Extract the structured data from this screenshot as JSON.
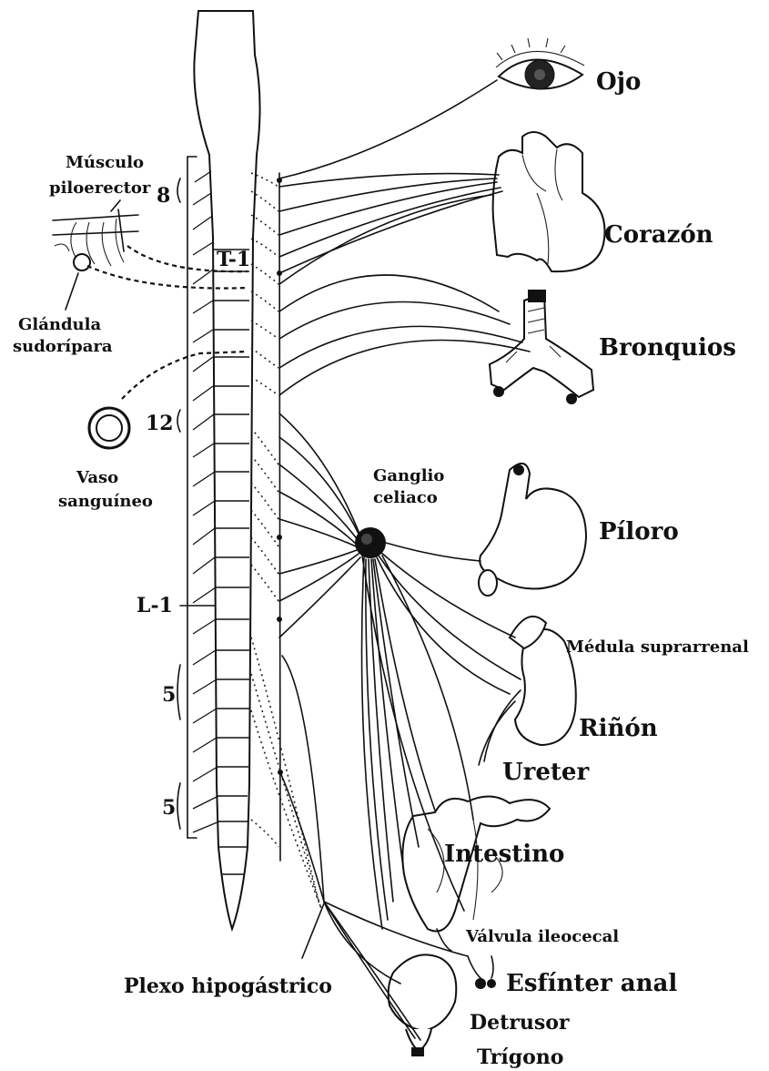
{
  "labels": {
    "ojo": "Ojo",
    "corazon": "Corazón",
    "bronquios": "Bronquios",
    "ganglio_line1": "Ganglio",
    "ganglio_line2": "celiaco",
    "piloro": "Píloro",
    "medula": "Médula suprarrenal",
    "rinon": "Riñón",
    "ureter": "Ureter",
    "intestino": "Intestino",
    "valvula": "Válvula ileocecal",
    "esfinter": "Esfínter anal",
    "detrusor": "Detrusor",
    "trigono": "Trígono",
    "plexo": "Plexo hipogástrico",
    "musculo_line1": "Músculo",
    "musculo_line2": "piloerector",
    "glandula_line1": "Glándula",
    "glandula_line2": "sudorípara",
    "vaso_line1": "Vaso",
    "vaso_line2": "sanguíneo"
  },
  "spinal_markers": {
    "t1": "T-1",
    "c8": "8",
    "t12": "12",
    "l1": "L-1",
    "l5": "5",
    "s5": "5"
  }
}
